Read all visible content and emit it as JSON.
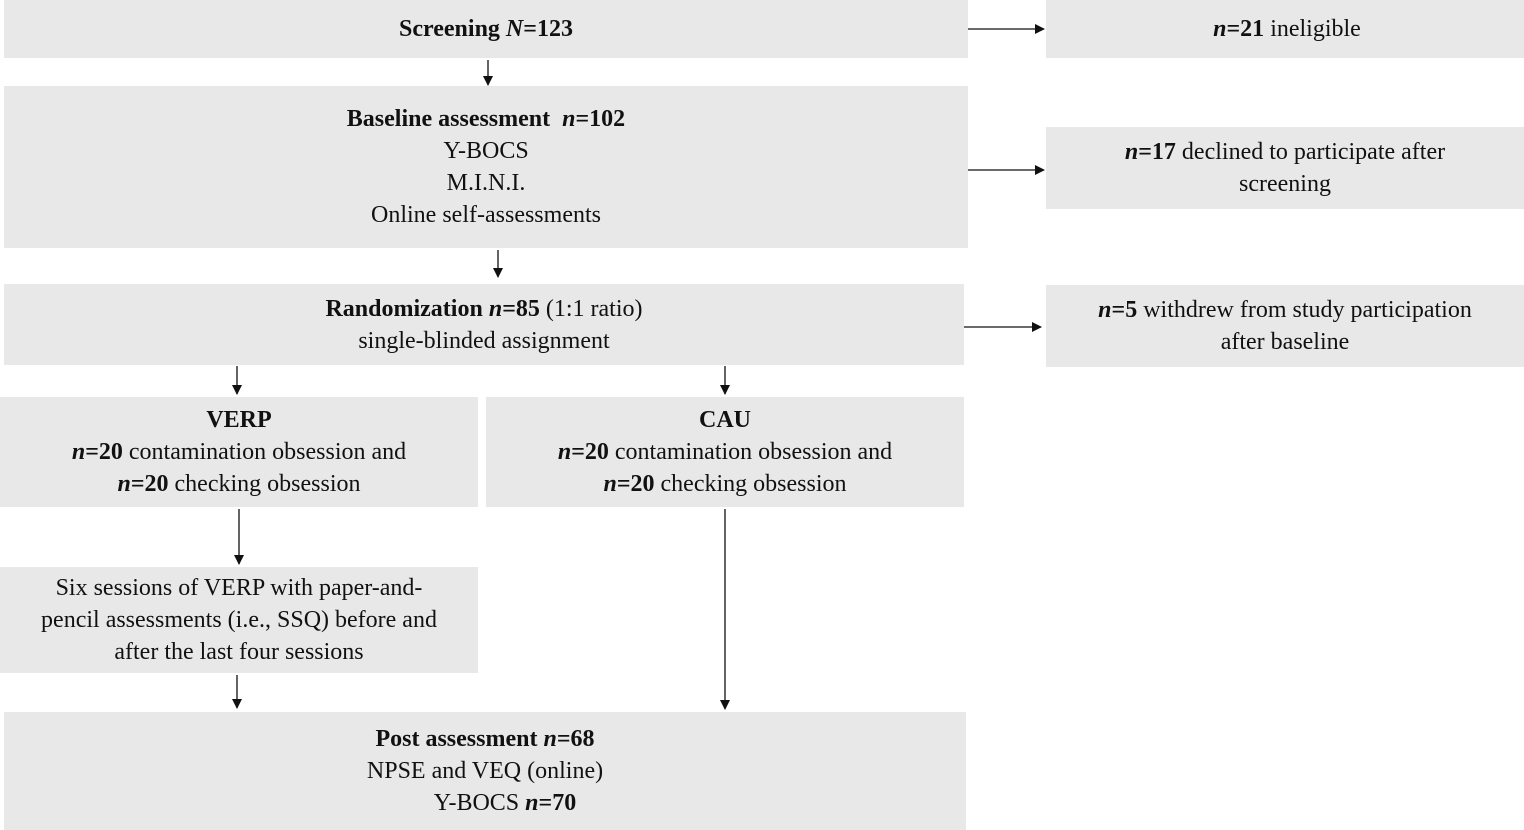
{
  "screening": {
    "label": "Screening",
    "n_symbol": "N",
    "n_value": "=123"
  },
  "ineligible": {
    "n_symbol": "n",
    "n_value": "=21",
    "text": " ineligible"
  },
  "baseline": {
    "label": "Baseline assessment",
    "n_symbol": "n",
    "n_value": "=102",
    "items": [
      "Y-BOCS",
      "M.I.N.I.",
      "Online self-assessments"
    ]
  },
  "declined": {
    "n_symbol": "n",
    "n_value": "=17",
    "text_line1": " declined to participate after",
    "text_line2": "screening"
  },
  "randomization": {
    "label": "Randomization",
    "n_symbol": "n",
    "n_value": "=85",
    "ratio": " (1:1 ratio)",
    "line2": "single-blinded assignment"
  },
  "withdrew": {
    "n_symbol": "n",
    "n_value": "=5",
    "text_line1": " withdrew from study participation",
    "text_line2": "after baseline"
  },
  "verp": {
    "title": "VERP",
    "n_symbol": "n",
    "n1_value": "=20",
    "line1_text": " contamination obsession and",
    "n2_value": "=20",
    "line2_text": " checking obsession"
  },
  "cau": {
    "title": "CAU",
    "n_symbol": "n",
    "n1_value": "=20",
    "line1_text": " contamination obsession and",
    "n2_value": "=20",
    "line2_text": " checking obsession"
  },
  "sessions": {
    "line1": "Six sessions of VERP with paper-and-",
    "line2": "pencil assessments (i.e., SSQ) before and",
    "line3": "after the last four sessions"
  },
  "post": {
    "label": "Post assessment",
    "n_symbol": "n",
    "n_value": "=68",
    "line2": "NPSE and VEQ (online)",
    "line3_label": "Y-BOCS",
    "line3_n_symbol": "n",
    "line3_n_value": "=70"
  },
  "colors": {
    "box_fill": "#e8e8e8",
    "arrow": "#111111"
  }
}
